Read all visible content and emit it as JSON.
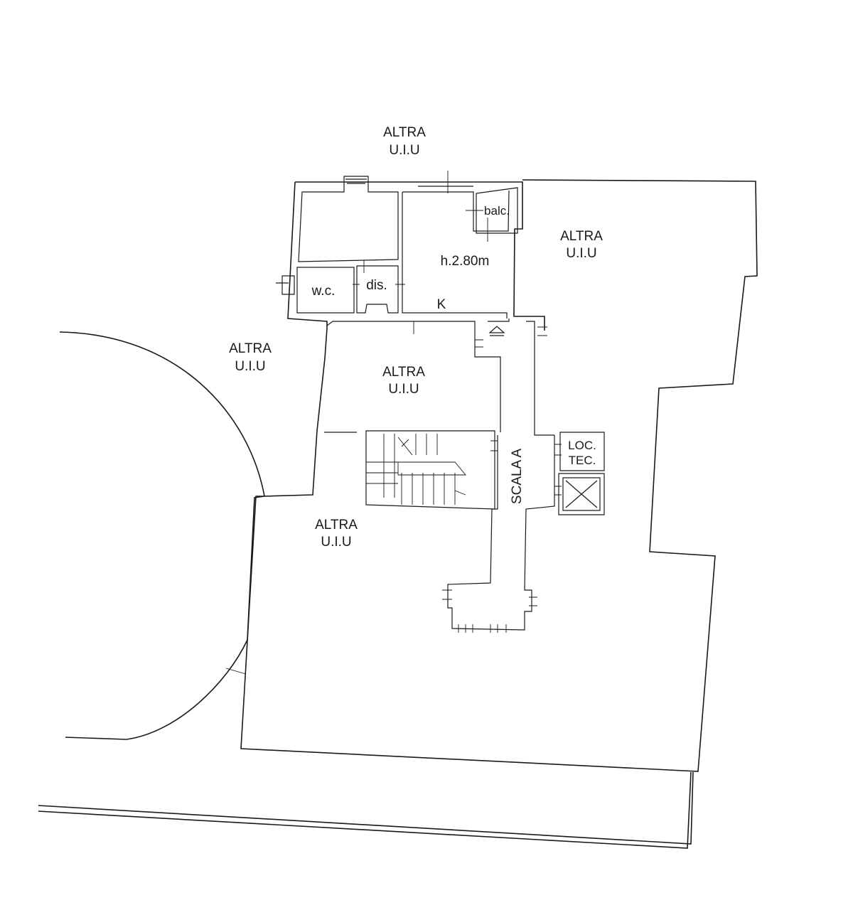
{
  "labels": {
    "altra_top_1": "ALTRA",
    "altra_top_2": "U.I.U",
    "altra_right_1": "ALTRA",
    "altra_right_2": "U.I.U",
    "altra_left_1": "ALTRA",
    "altra_left_2": "U.I.U",
    "altra_center_1": "ALTRA",
    "altra_center_2": "U.I.U",
    "altra_bottom_1": "ALTRA",
    "altra_bottom_2": "U.I.U",
    "balcony": "balc.",
    "height": "h.2.80m",
    "wc": "w.c.",
    "disimpegno": "dis.",
    "kitchen": "K",
    "loc_tec_1": "LOC.",
    "loc_tec_2": "TEC.",
    "stair": "SCALA A"
  }
}
